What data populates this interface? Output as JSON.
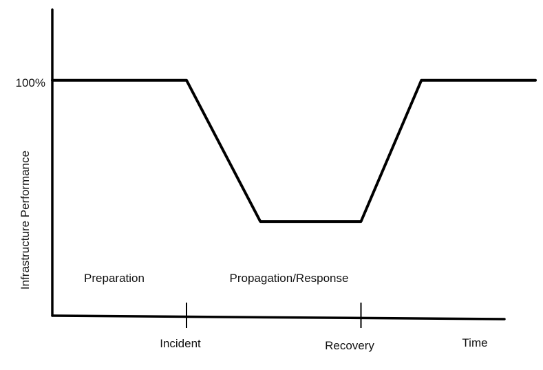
{
  "chart_data": {
    "type": "line",
    "ylabel": "Infrastructure Performance",
    "xlabel": "Time",
    "y_ticks": [
      {
        "label": "100%",
        "value": 100
      }
    ],
    "x_ticks": [
      {
        "label": "Incident",
        "x": 1.0
      },
      {
        "label": "Recovery",
        "x": 2.3
      }
    ],
    "phases": [
      {
        "label": "Preparation"
      },
      {
        "label": "Propagation/Response"
      }
    ],
    "series": [
      {
        "x": [
          0.0,
          1.0,
          1.55,
          2.3,
          2.75,
          3.6
        ],
        "y": [
          100,
          100,
          40,
          40,
          100,
          100
        ]
      }
    ],
    "xlim": [
      0.0,
      3.6
    ],
    "ylim": [
      0,
      130
    ],
    "grid": false,
    "legend": "none"
  }
}
